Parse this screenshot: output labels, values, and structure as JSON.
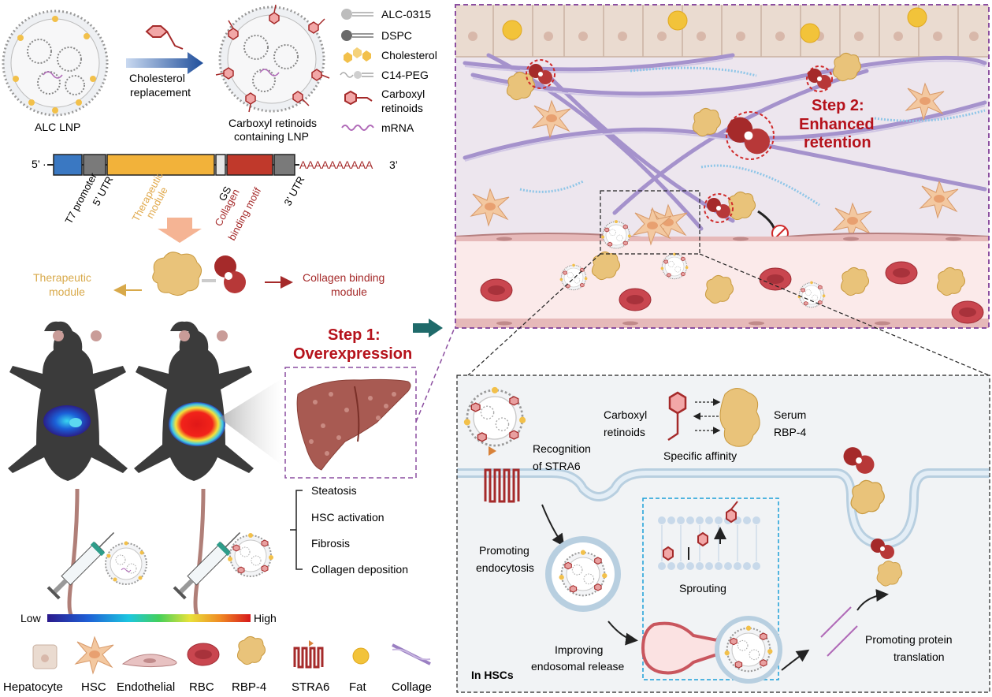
{
  "lnp": {
    "alc_label": "ALC LNP",
    "arrow_label_1": "Cholesterol",
    "arrow_label_2": "replacement",
    "cr_label_1": "Carboxyl retinoids",
    "cr_label_2": "containing LNP"
  },
  "components": [
    {
      "label": "ALC-0315"
    },
    {
      "label": "DSPC"
    },
    {
      "label": "Cholesterol"
    },
    {
      "label": "C14-PEG"
    },
    {
      "label": "Carboxyl",
      "label2": "retinoids"
    },
    {
      "label": "mRNA"
    }
  ],
  "construct": {
    "five_prime": "5’",
    "three_prime": "3’",
    "polyA": "AAAAAAAAAA",
    "parts": {
      "t7": "T7 promoter",
      "utr5": "5’ UTR",
      "therapeutic_1": "Therapeutic",
      "therapeutic_2": "module",
      "gs": "GS",
      "collagen_1": "Collagen",
      "collagen_2": "binding motif",
      "utr3": "3’ UTR"
    }
  },
  "fusion": {
    "therapeutic_1": "Therapeutic",
    "therapeutic_2": "module",
    "collagen_1": "Collagen binding",
    "collagen_2": "module"
  },
  "step1": {
    "line1": "Step 1:",
    "line2": "Overexpression"
  },
  "step2": {
    "line1": "Step 2:",
    "line2": "Enhanced",
    "line3": "retention"
  },
  "conditions": [
    "Steatosis",
    "HSC activation",
    "Fibrosis",
    "Collagen deposition"
  ],
  "scale": {
    "low": "Low",
    "high": "High"
  },
  "legend": [
    "Hepatocyte",
    "HSC",
    "Endothelial",
    "RBC",
    "RBP-4",
    "STRA6",
    "Fat",
    "Collage"
  ],
  "inset": {
    "carboxyl_1": "Carboxyl",
    "carboxyl_2": "retinoids",
    "serum_1": "Serum",
    "serum_2": "RBP-4",
    "affinity": "Specific affinity",
    "recognition_1": "Recognition",
    "recognition_2": "of STRA6",
    "endocytosis_1": "Promoting",
    "endocytosis_2": "endocytosis",
    "sprouting": "Sprouting",
    "endosomal_1": "Improving",
    "endosomal_2": "endosomal release",
    "translation_1": "Promoting protein",
    "translation_2": "translation",
    "in_hscs": "In HSCs"
  },
  "colors": {
    "step_red": "#b5121b",
    "therapeutic": "#d8a94a",
    "collagen": "#a52a2a",
    "dashed_purple": "#8c4fa0",
    "dashed_blue": "#1aa0d8",
    "construct_blue": "#3a78c2",
    "construct_orange": "#f2b23a",
    "construct_red": "#c0392b"
  }
}
